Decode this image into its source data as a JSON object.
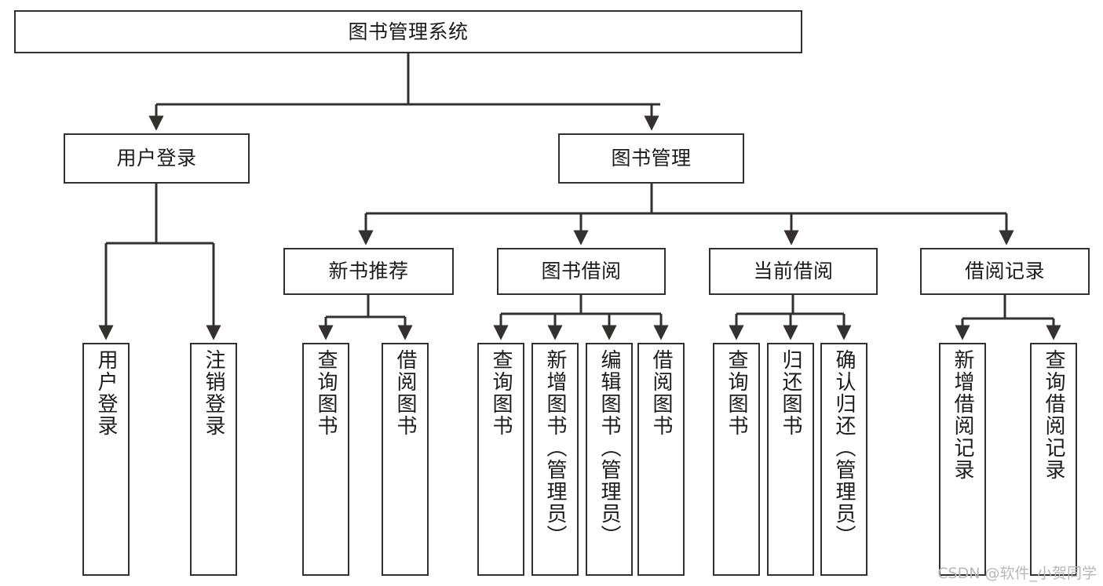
{
  "diagram": {
    "title": "图书管理系统",
    "watermark": "CSDN @软件_小贺同学",
    "root": {
      "label": "图书管理系统"
    },
    "level2": [
      {
        "label": "用户登录"
      },
      {
        "label": "图书管理"
      }
    ],
    "level3": [
      {
        "label": "新书推荐"
      },
      {
        "label": "图书借阅"
      },
      {
        "label": "当前借阅"
      },
      {
        "label": "借阅记录"
      }
    ],
    "leaves_user_login": [
      {
        "label": "用户登录"
      },
      {
        "label": "注销登录"
      }
    ],
    "leaves_new_book": [
      {
        "label": "查询图书"
      },
      {
        "label": "借阅图书"
      }
    ],
    "leaves_borrow": [
      {
        "label": "查询图书"
      },
      {
        "label": "新增图书（管理员）"
      },
      {
        "label": "编辑图书（管理员）"
      },
      {
        "label": "借阅图书"
      }
    ],
    "leaves_current": [
      {
        "label": "查询图书"
      },
      {
        "label": "归还图书"
      },
      {
        "label": "确认归还（管理员）"
      }
    ],
    "leaves_records": [
      {
        "label": "新增借阅记录"
      },
      {
        "label": "查询借阅记录"
      }
    ],
    "colors": {
      "stroke": "#33302f",
      "background": "#ffffff",
      "text": "#1b1b1b",
      "watermark": "#b8b8b8"
    }
  }
}
